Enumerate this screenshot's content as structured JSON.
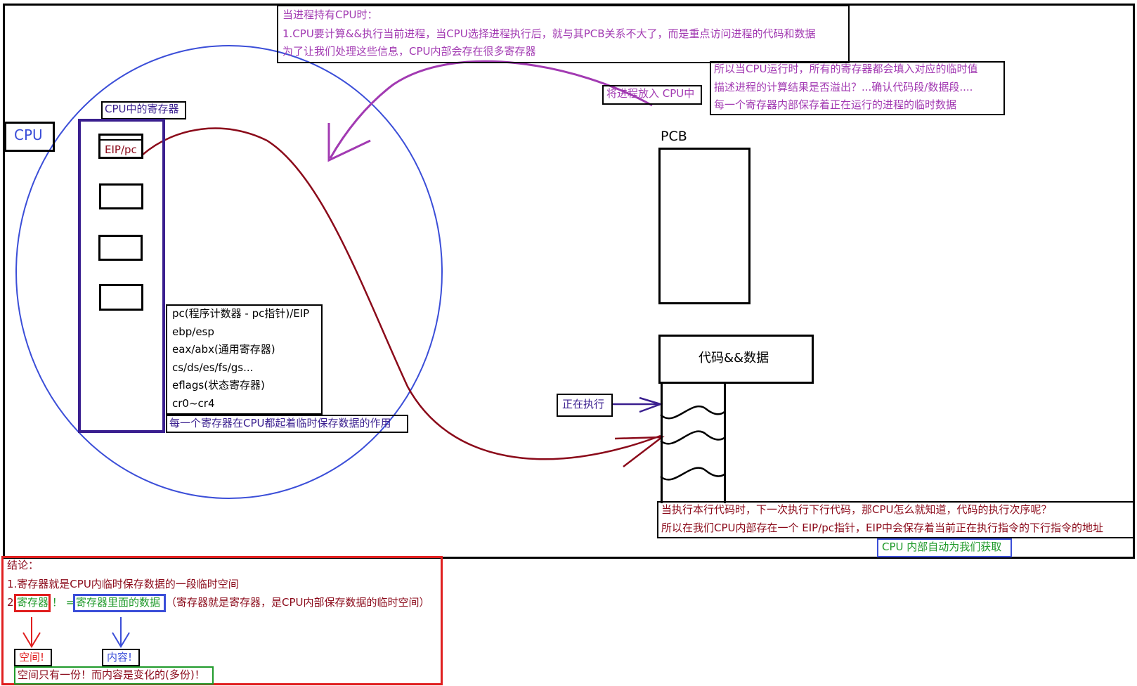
{
  "colors": {
    "purple_text": "#a23ab2",
    "dark_red": "#8b0a1a",
    "blue": "#3b4ed8",
    "indigo": "#3a1f8f",
    "green": "#1f9a2a",
    "red": "#e01f1f",
    "black": "#000000"
  },
  "top_note": {
    "title": "当进程持有CPU时：",
    "line1": "1.CPU要计算&&执行当前进程，当CPU选择进程执行后，就与其PCB关系不大了，而是重点访问进程的代码和数据",
    "line2": "为了让我们处理这些信息，CPU内部会存在很多寄存器"
  },
  "right_note": {
    "line1": "所以当CPU运行时，所有的寄存器都会填入对应的临时值",
    "line2": "描述进程的计算结果是否溢出？...确认代码段/数据段....",
    "line3": "每一个寄存器内部保存着正在运行的进程的临时数据"
  },
  "put_label": "将进程放入 CPU中",
  "cpu_label": "CPU",
  "cpu_registers_label": "CPU中的寄存器",
  "eip_register": "EIP/pc",
  "register_list": [
    "pc(程序计数器 - pc指针)/EIP",
    "ebp/esp",
    "eax/abx(通用寄存器)",
    "cs/ds/es/fs/gs...",
    "eflags(状态寄存器)",
    "cr0~cr4"
  ],
  "register_role": "每一个寄存器在CPU都起着临时保存数据的作用",
  "pcb_label": "PCB",
  "code_data_label": "代码&&数据",
  "executing_label": "正在执行",
  "bottom_right_note": {
    "line1": "当执行本行代码时，下一次执行下行代码，那CPU怎么就知道，代码的执行次序呢？",
    "line2": "所以在我们CPU内部存在一个 EIP/pc指针，EIP中会保存着当前正在执行指令的下行指令的地址"
  },
  "auto_fetch": "CPU 内部自动为我们获取",
  "conclusion": {
    "title": "结论：",
    "line1": "1.寄存器就是CPU内临时保存数据的一段临时空间",
    "line2_prefix": "2.",
    "register_word": "寄存器",
    "neq": "！ = ",
    "register_content": "寄存器里面的数据",
    "line2_suffix": "（寄存器就是寄存器，是CPU内部保存数据的临时空间）",
    "space_label": "空间!",
    "content_label": "内容!",
    "summary": "空间只有一份！而内容是变化的(多份)！"
  }
}
